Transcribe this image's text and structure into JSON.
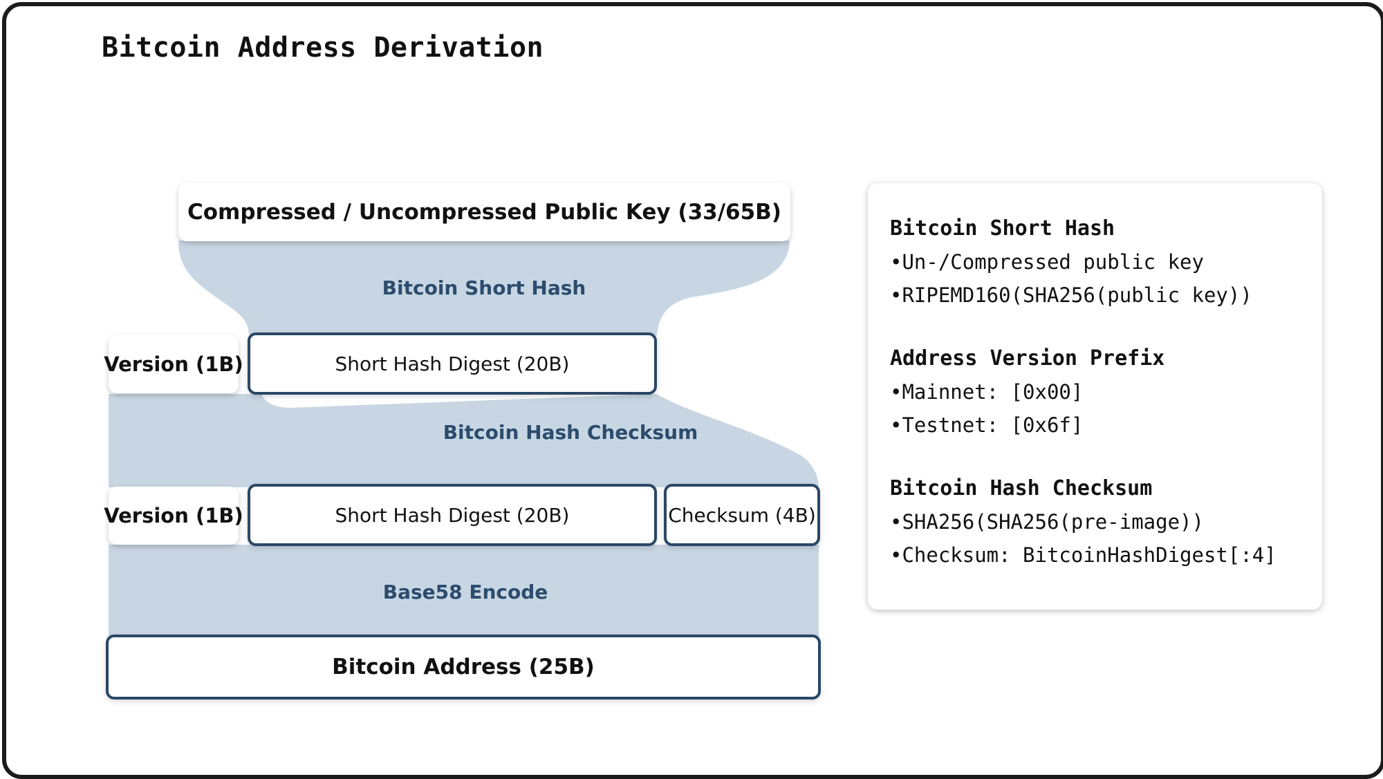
{
  "title": "Bitcoin Address Derivation",
  "diagram": {
    "public_key": "Compressed / Uncompressed Public Key (33/65B)",
    "step1_label": "Bitcoin Short Hash",
    "row1": {
      "version": "Version (1B)",
      "digest": "Short Hash Digest (20B)"
    },
    "step2_label": "Bitcoin Hash Checksum",
    "row2": {
      "version": "Version (1B)",
      "digest": "Short Hash Digest (20B)",
      "checksum": "Checksum (4B)"
    },
    "step3_label": "Base58 Encode",
    "address": "Bitcoin Address (25B)"
  },
  "panel": {
    "sections": [
      {
        "title": "Bitcoin Short Hash",
        "items": [
          "•Un-/Compressed public key",
          "•RIPEMD160(SHA256(public key))"
        ]
      },
      {
        "title": "Address Version Prefix",
        "items": [
          "•Mainnet: [0x00]",
          "•Testnet: [0x6f]"
        ]
      },
      {
        "title": "Bitcoin Hash Checksum",
        "items": [
          "•SHA256(SHA256(pre-image))",
          "•Checksum: BitcoinHashDigest[:4]"
        ]
      }
    ]
  },
  "colors": {
    "flow": "#c7d6e2",
    "outline": "#2a4866",
    "label": "#2c4c6e",
    "frame": "#1b1b1b"
  }
}
